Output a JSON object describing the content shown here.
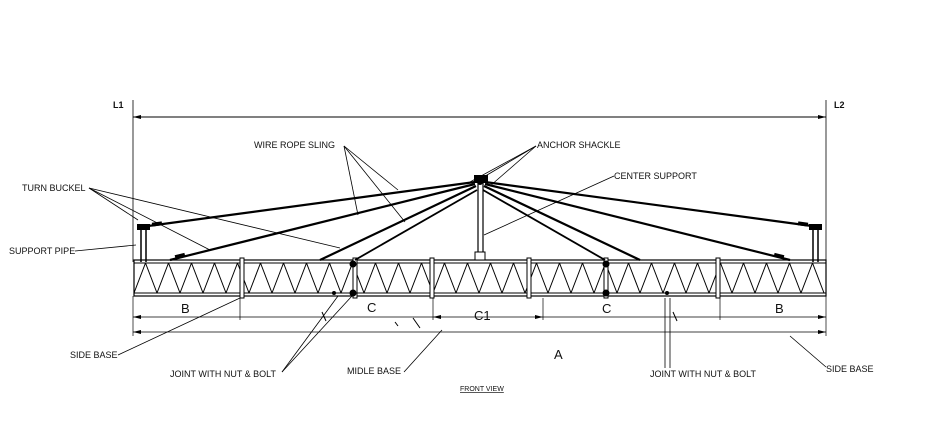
{
  "labels": {
    "l1": "L1",
    "l2": "L2",
    "wire_rope_sling": "WIRE ROPE SLING",
    "anchor_shackle": "ANCHOR SHACKLE",
    "center_support": "CENTER SUPPORT",
    "turn_buckel": "TURN BUCKEL",
    "support_pipe": "SUPPORT PIPE",
    "side_base_left": "SIDE BASE",
    "side_base_right": "SIDE BASE",
    "joint_left": "JOINT WITH NUT & BOLT",
    "joint_right": "JOINT WITH NUT & BOLT",
    "midle_base": "MIDLE BASE",
    "front_view": "FRONT VIEW"
  },
  "dimensions": {
    "b_left": "B",
    "c_left": "C",
    "c1": "C1",
    "c_right": "C",
    "b_right": "B",
    "a": "A"
  },
  "colors": {
    "line": "#000000",
    "background": "#ffffff"
  }
}
